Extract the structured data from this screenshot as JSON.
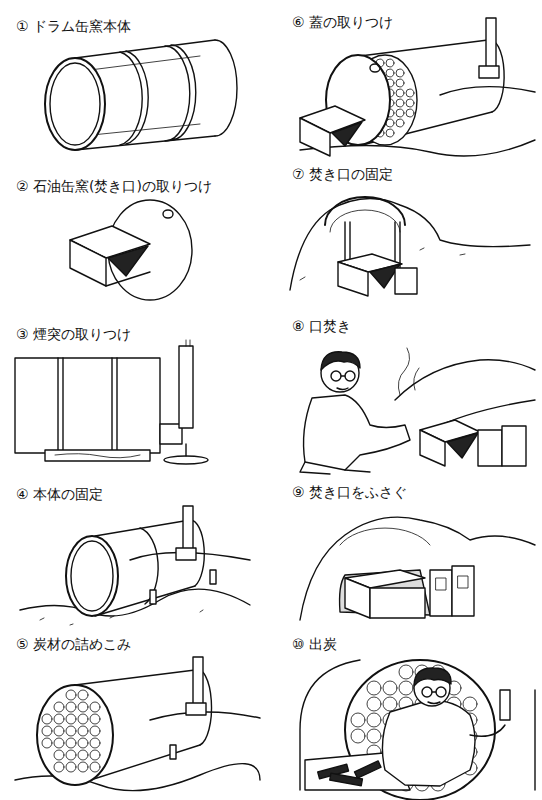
{
  "diagram": {
    "labels": [
      "① ドラム缶窯本体",
      "② 石油缶窯(焚き口)の取りつけ",
      "③ 煙突の取りつけ",
      "④ 本体の固定",
      "⑤ 炭材の詰めこみ",
      "⑥ 蓋の取りつけ",
      "⑦ 焚き口の固定",
      "⑧ 口焚き",
      "⑨ 焚き口をふさぐ",
      "⑩ 出炭"
    ]
  }
}
